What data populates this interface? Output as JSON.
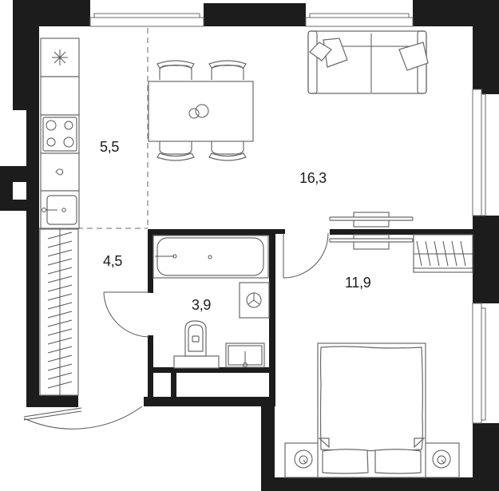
{
  "plan": {
    "type": "apartment-floor-plan",
    "rooms": [
      {
        "id": "kitchen",
        "area": "5,5"
      },
      {
        "id": "living",
        "area": "16,3"
      },
      {
        "id": "hallway",
        "area": "4,5"
      },
      {
        "id": "bathroom",
        "area": "3,9"
      },
      {
        "id": "bedroom",
        "area": "11,9"
      }
    ],
    "colors": {
      "wall": "#1c1c1c",
      "furniture_stroke": "#6a6a6a",
      "background": "#ffffff"
    }
  }
}
